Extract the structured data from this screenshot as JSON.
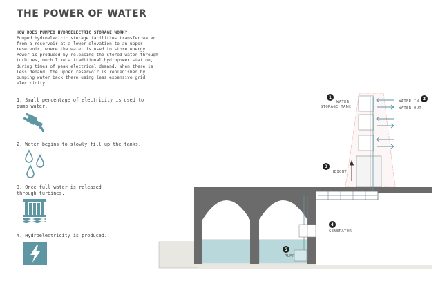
{
  "title": "THE POWER OF WATER",
  "intro": {
    "heading": "HOW DOES PUMPED HYDROELECTRIC STORAGE WORK?",
    "body": "Pumped hydroelectric storage facilities transfer water from a reservoir at a lower elevation to an upper reservoir, where the water is used to store energy. Power is produced by releasing the stored water through turbines, much like a traditional hydropower station, during times of peak electrical demand. When there is less demand, the upper reservoir is replenished by pumping water back there using less expensive grid electricity."
  },
  "steps": [
    {
      "text": "1. Small percentage of electricity is used to pump water.",
      "icon": "plug-icon"
    },
    {
      "text": "2. Water begins to slowly fill up the tanks.",
      "icon": "water-drops-icon"
    },
    {
      "text": "3. Once full water is released through turbines.",
      "icon": "turbine-icon"
    },
    {
      "text": "4. Hydroelectricity is produced.",
      "icon": "lightning-icon"
    }
  ],
  "diagram": {
    "markers": [
      "1",
      "2",
      "3",
      "4",
      "5"
    ],
    "labels": {
      "water_storage_tank_1": "WATER",
      "water_storage_tank_2": "STORAGE TANK",
      "water_in": "WATER IN",
      "water_out": "WATER OUT",
      "height": "HEIGHT",
      "generator": "GENERATOR",
      "pump": "PUMP"
    }
  },
  "colors": {
    "icon": "#5f96a3",
    "water": "#b9d8dc",
    "structure": "#6b6b6b",
    "ground": "#e9e7e2",
    "tower_outline": "#f2a5a5"
  }
}
